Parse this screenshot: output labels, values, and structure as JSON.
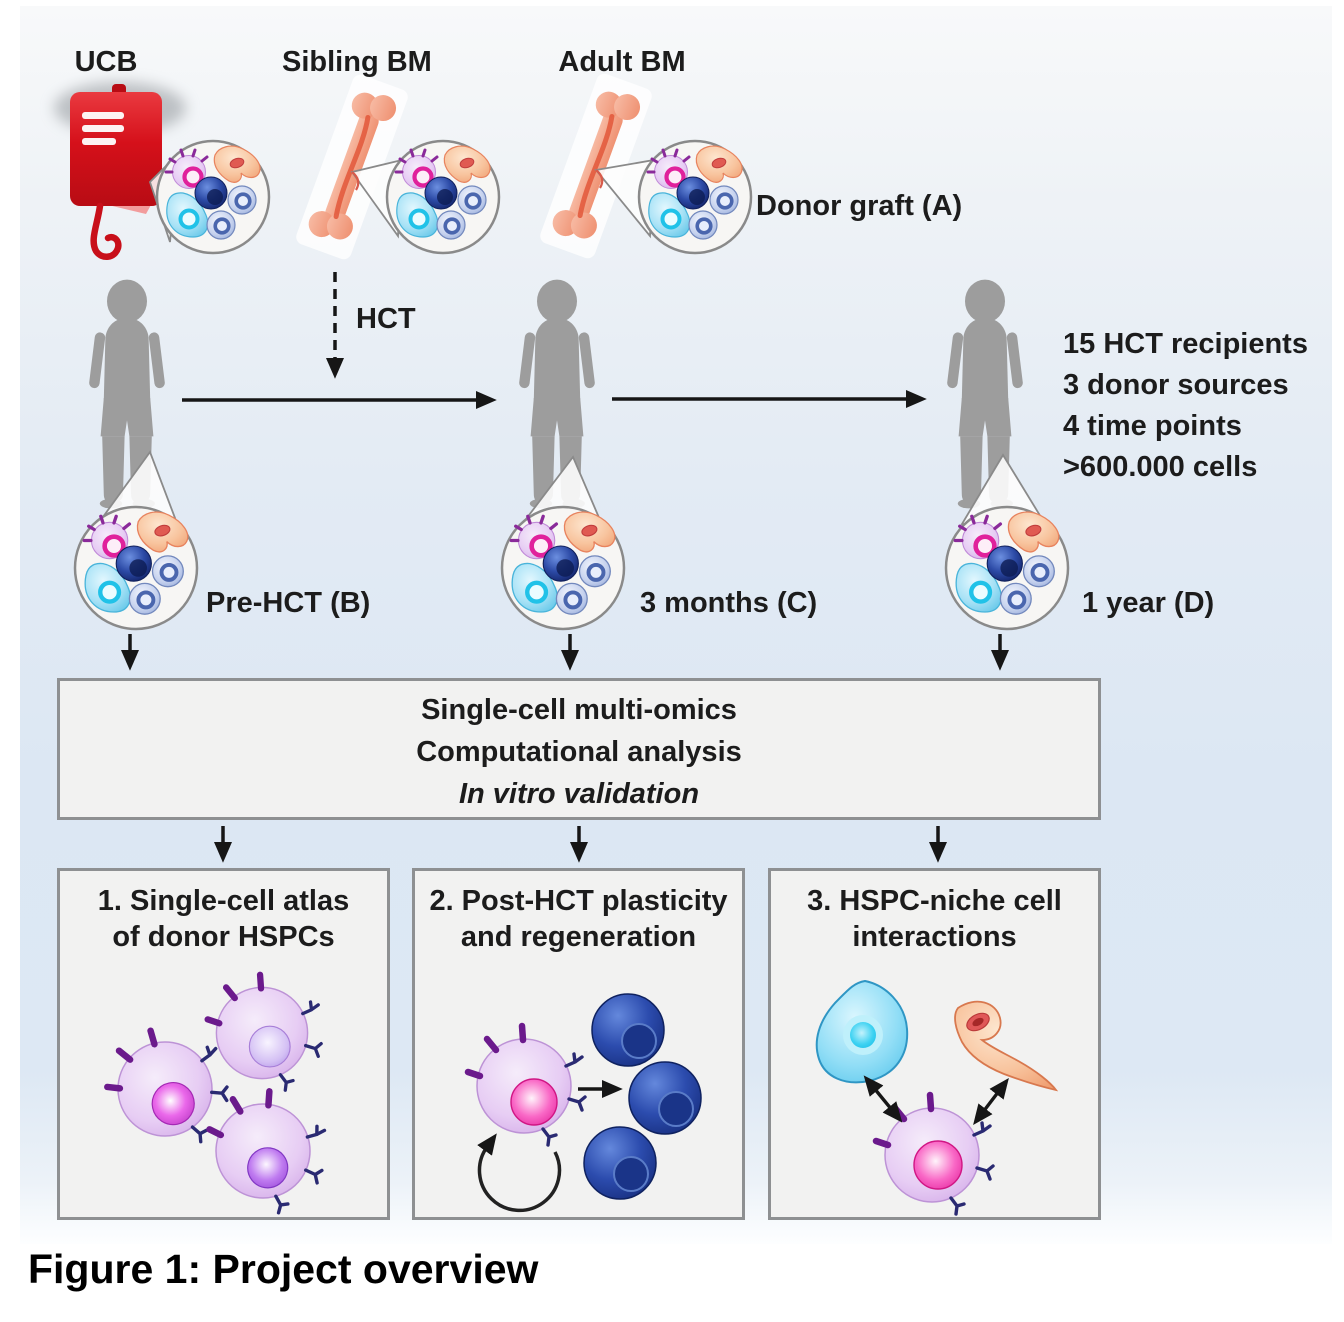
{
  "figure": {
    "donor_sources": [
      {
        "label": "UCB"
      },
      {
        "label": "Sibling BM"
      },
      {
        "label": "Adult BM"
      }
    ],
    "donor_graft_label": "Donor graft (A)",
    "hct_arrow_label": "HCT",
    "cohort_stats": [
      "15 HCT recipients",
      "3 donor sources",
      "4 time points",
      ">600.000 cells"
    ],
    "timepoint_labels": [
      "Pre-HCT (B)",
      "3 months (C)",
      "1 year (D)"
    ],
    "analysis_box_lines": [
      "Single-cell multi-omics",
      "Computational analysis",
      "In vitro validation"
    ],
    "aims": [
      {
        "line1": "1. Single-cell atlas",
        "line2": "of donor HSPCs"
      },
      {
        "line1": "2. Post-HCT plasticity",
        "line2": "and regeneration"
      },
      {
        "line1": "3. HSPC-niche cell",
        "line2": "interactions"
      }
    ],
    "caption": "Figure 1: Project overview"
  },
  "icons": {
    "blood_bag": "blood-bag-icon",
    "bone": "bone-icon",
    "child_silhouette": "child-silhouette-icon",
    "cell_cluster_magnifier": "cell-cluster-magnifier-icon",
    "hspc_cell": "hspc-cell-icon",
    "progenitor_cells": "progenitor-cells-icon",
    "niche_cyan_cell": "niche-cyan-cell-icon",
    "niche_stromal_cell": "niche-stromal-cell-icon",
    "self_renewal_arrow": "self-renewal-arrow-icon"
  },
  "colors": {
    "background_top": "#f8f9fa",
    "background_blue": "#dce7f3",
    "panel_fill": "#f2f2f1",
    "panel_border": "#8e9092",
    "arrow": "#161616",
    "text": "#1c1c1c",
    "blood_bag_red": "#d41019",
    "bone_salmon": "#f2a68c",
    "silhouette_gray": "#9d9d9d",
    "hspc_body_purple": "#ddb3ee",
    "nucleus_pink": "#e8189a",
    "navy_cell": "#1b3a8e",
    "niche_cyan": "#5ecdf0",
    "niche_orange": "#f2a87e"
  }
}
